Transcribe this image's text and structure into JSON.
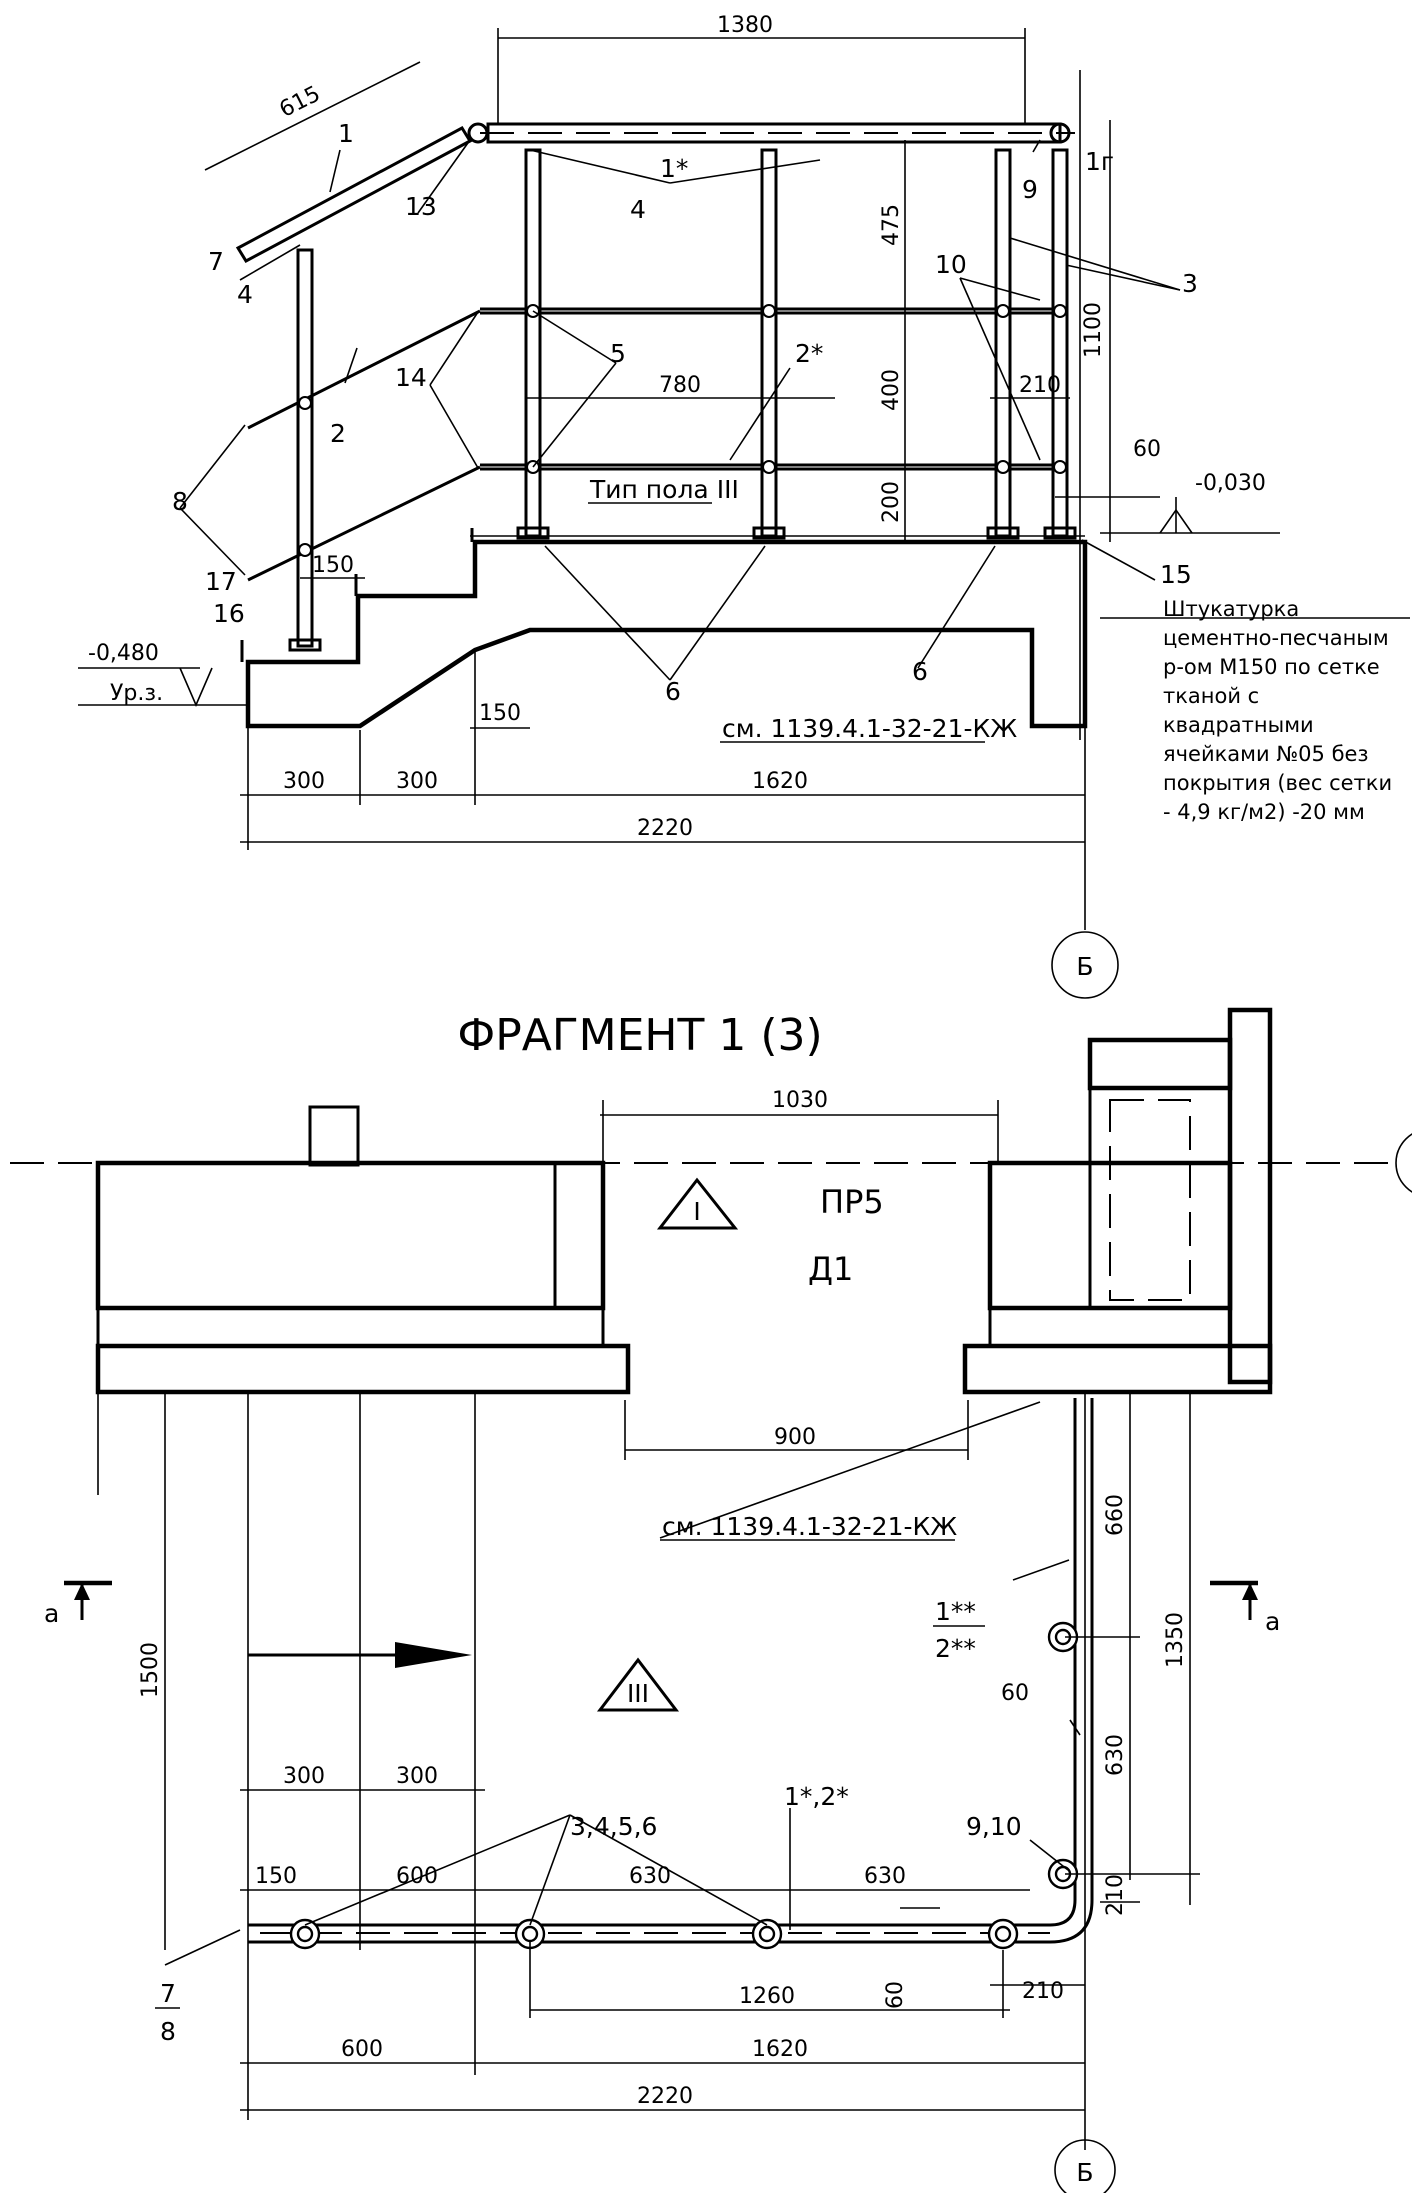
{
  "fragment_title": "ФРАГМЕНТ 1 (3)",
  "axis_label": "Б",
  "section_label": "а",
  "door": {
    "mark": "ПР5",
    "name": "Д1"
  },
  "room_numbers": [
    "I",
    "III"
  ],
  "floor_type_label": "Тип пола III",
  "reference": "см. 1139.4.1-32-21-КЖ",
  "plaster_note": [
    "Штукатурка",
    "цементно-песчаным",
    "р-ом М150 по сетке",
    "тканой с",
    "квадратными",
    "ячейками №05 без",
    "покрытия (вес сетки",
    "- 4,9 кг/м2) -20 мм"
  ],
  "levels": {
    "top": "-0,030",
    "ground": "-0,480",
    "ground_label": "Ур.з."
  },
  "section_dims": {
    "handrail_len": "1380",
    "slope_len": "615",
    "h_475": "475",
    "h_1100": "1100",
    "h_400": "400",
    "h_200": "200",
    "d_780": "780",
    "d_210": "210",
    "d_60": "60",
    "d_150a": "150",
    "d_150b": "150",
    "d_300a": "300",
    "d_300b": "300",
    "d_1620": "1620",
    "d_2220": "2220"
  },
  "plan_dims": {
    "d_1030": "1030",
    "d_900": "900",
    "d_660": "660",
    "d_1350": "1350",
    "d_630v": "630",
    "d_210v": "210",
    "d_60v": "60",
    "d_1500": "1500",
    "d_300a": "300",
    "d_300b": "300",
    "d_150": "150",
    "d_600a": "600",
    "d_630a": "630",
    "d_630b": "630",
    "d_1260": "1260",
    "d_60h": "60",
    "d_210h": "210",
    "d_600b": "600",
    "d_1620": "1620",
    "d_2220": "2220"
  },
  "callouts": {
    "c1": "1",
    "c1s": "1*",
    "c1g": "1г",
    "c2": "2",
    "c2s": "2*",
    "c3": "3",
    "c4a": "4",
    "c4b": "4",
    "c5": "5",
    "c6a": "6",
    "c6b": "6",
    "c7": "7",
    "c8": "8",
    "c9": "9",
    "c10": "10",
    "c13": "13",
    "c14": "14",
    "c15": "15",
    "c16": "16",
    "c17": "17",
    "p1ss": "1**",
    "p2ss": "2**",
    "p12s": "1*,2*",
    "p3456": "3,4,5,6",
    "p910": "9,10",
    "p7": "7",
    "p8": "8"
  }
}
